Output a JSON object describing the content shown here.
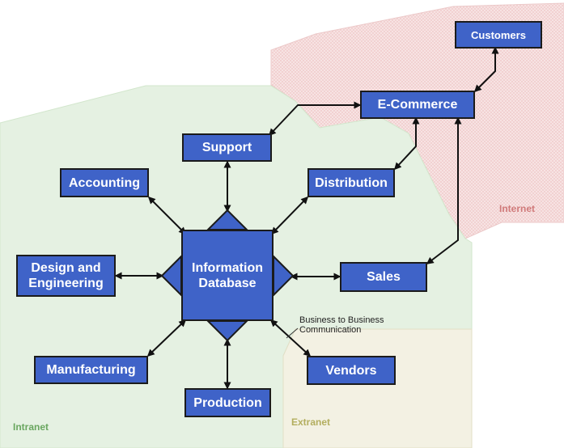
{
  "colors": {
    "node_fill": "#3f63c8",
    "node_border": "#1b1b1b",
    "intranet_fill": "#e4f1e1",
    "extranet_fill": "#f2f0e2",
    "internet_fill": "#f5dede",
    "intranet_label": "#6aa760",
    "extranet_label": "#b3ae5f",
    "internet_label": "#d07a7a",
    "connector": "#111111"
  },
  "zones": {
    "intranet": "Intranet",
    "extranet": "Extranet",
    "internet": "Internet"
  },
  "nodes": {
    "customers": "Customers",
    "ecommerce": "E-Commerce",
    "support": "Support",
    "accounting": "Accounting",
    "distribution": "Distribution",
    "design": "Design and\nEngineering",
    "database": "Information\nDatabase",
    "sales": "Sales",
    "manufacturing": "Manufacturing",
    "vendors": "Vendors",
    "production": "Production"
  },
  "annotations": {
    "b2b": "Business to Business\nCommunication"
  }
}
